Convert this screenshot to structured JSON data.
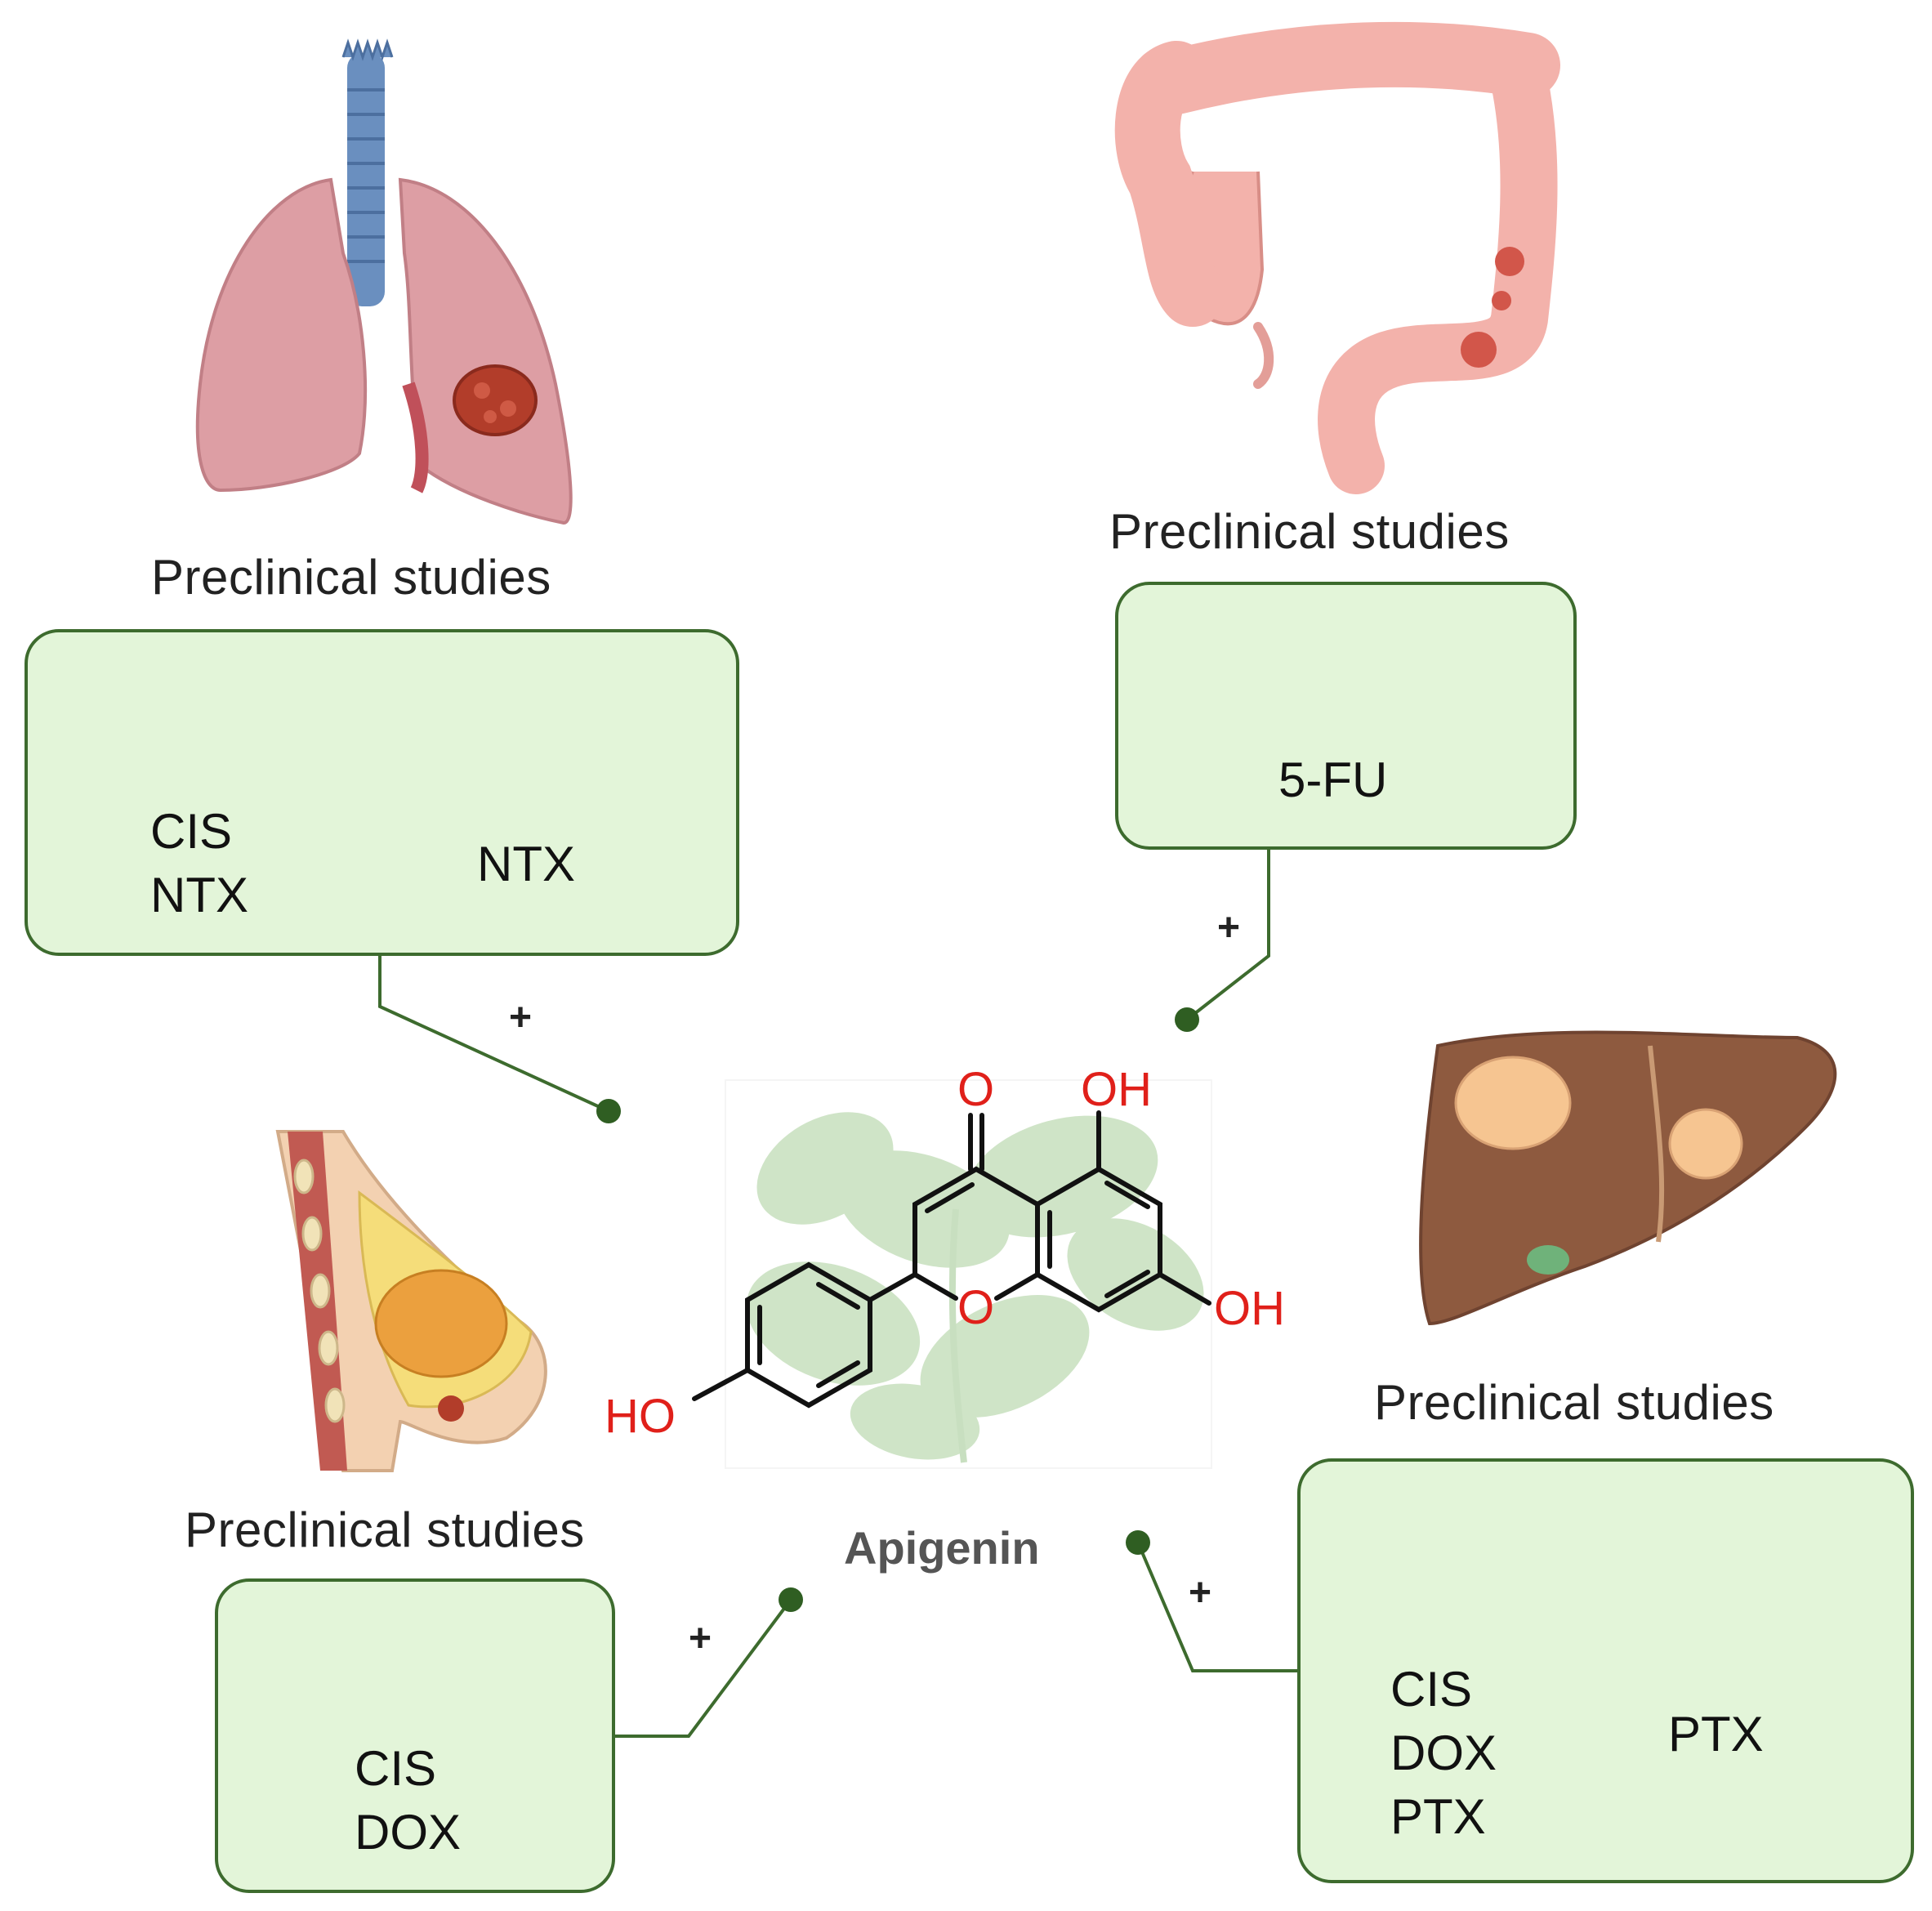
{
  "center": {
    "compound": "Apigenin",
    "atoms": {
      "carbonyl_o": "O",
      "oh_top": "OH",
      "oh_right": "OH",
      "ring_o": "O",
      "ho_left": "HO"
    }
  },
  "lung": {
    "heading": "Preclinical studies",
    "in_vitro": [
      "CIS",
      "NTX"
    ],
    "in_vivo": [
      "NTX"
    ],
    "connector": "+"
  },
  "colon": {
    "heading": "Preclinical studies",
    "in_vitro": [
      "5-FU"
    ],
    "connector": "+"
  },
  "breast": {
    "heading": "Preclinical studies",
    "in_vitro": [
      "CIS",
      "DOX"
    ],
    "connector": "+"
  },
  "liver": {
    "heading": "Preclinical studies",
    "in_vitro": [
      "CIS",
      "DOX",
      "PTX"
    ],
    "in_vivo": [
      "PTX"
    ],
    "connector": "+"
  },
  "colors": {
    "box_fill": "#e3f5d9",
    "box_border": "#3d6b2e",
    "connector": "#3d6b2e",
    "atom_red": "#e0201a"
  }
}
